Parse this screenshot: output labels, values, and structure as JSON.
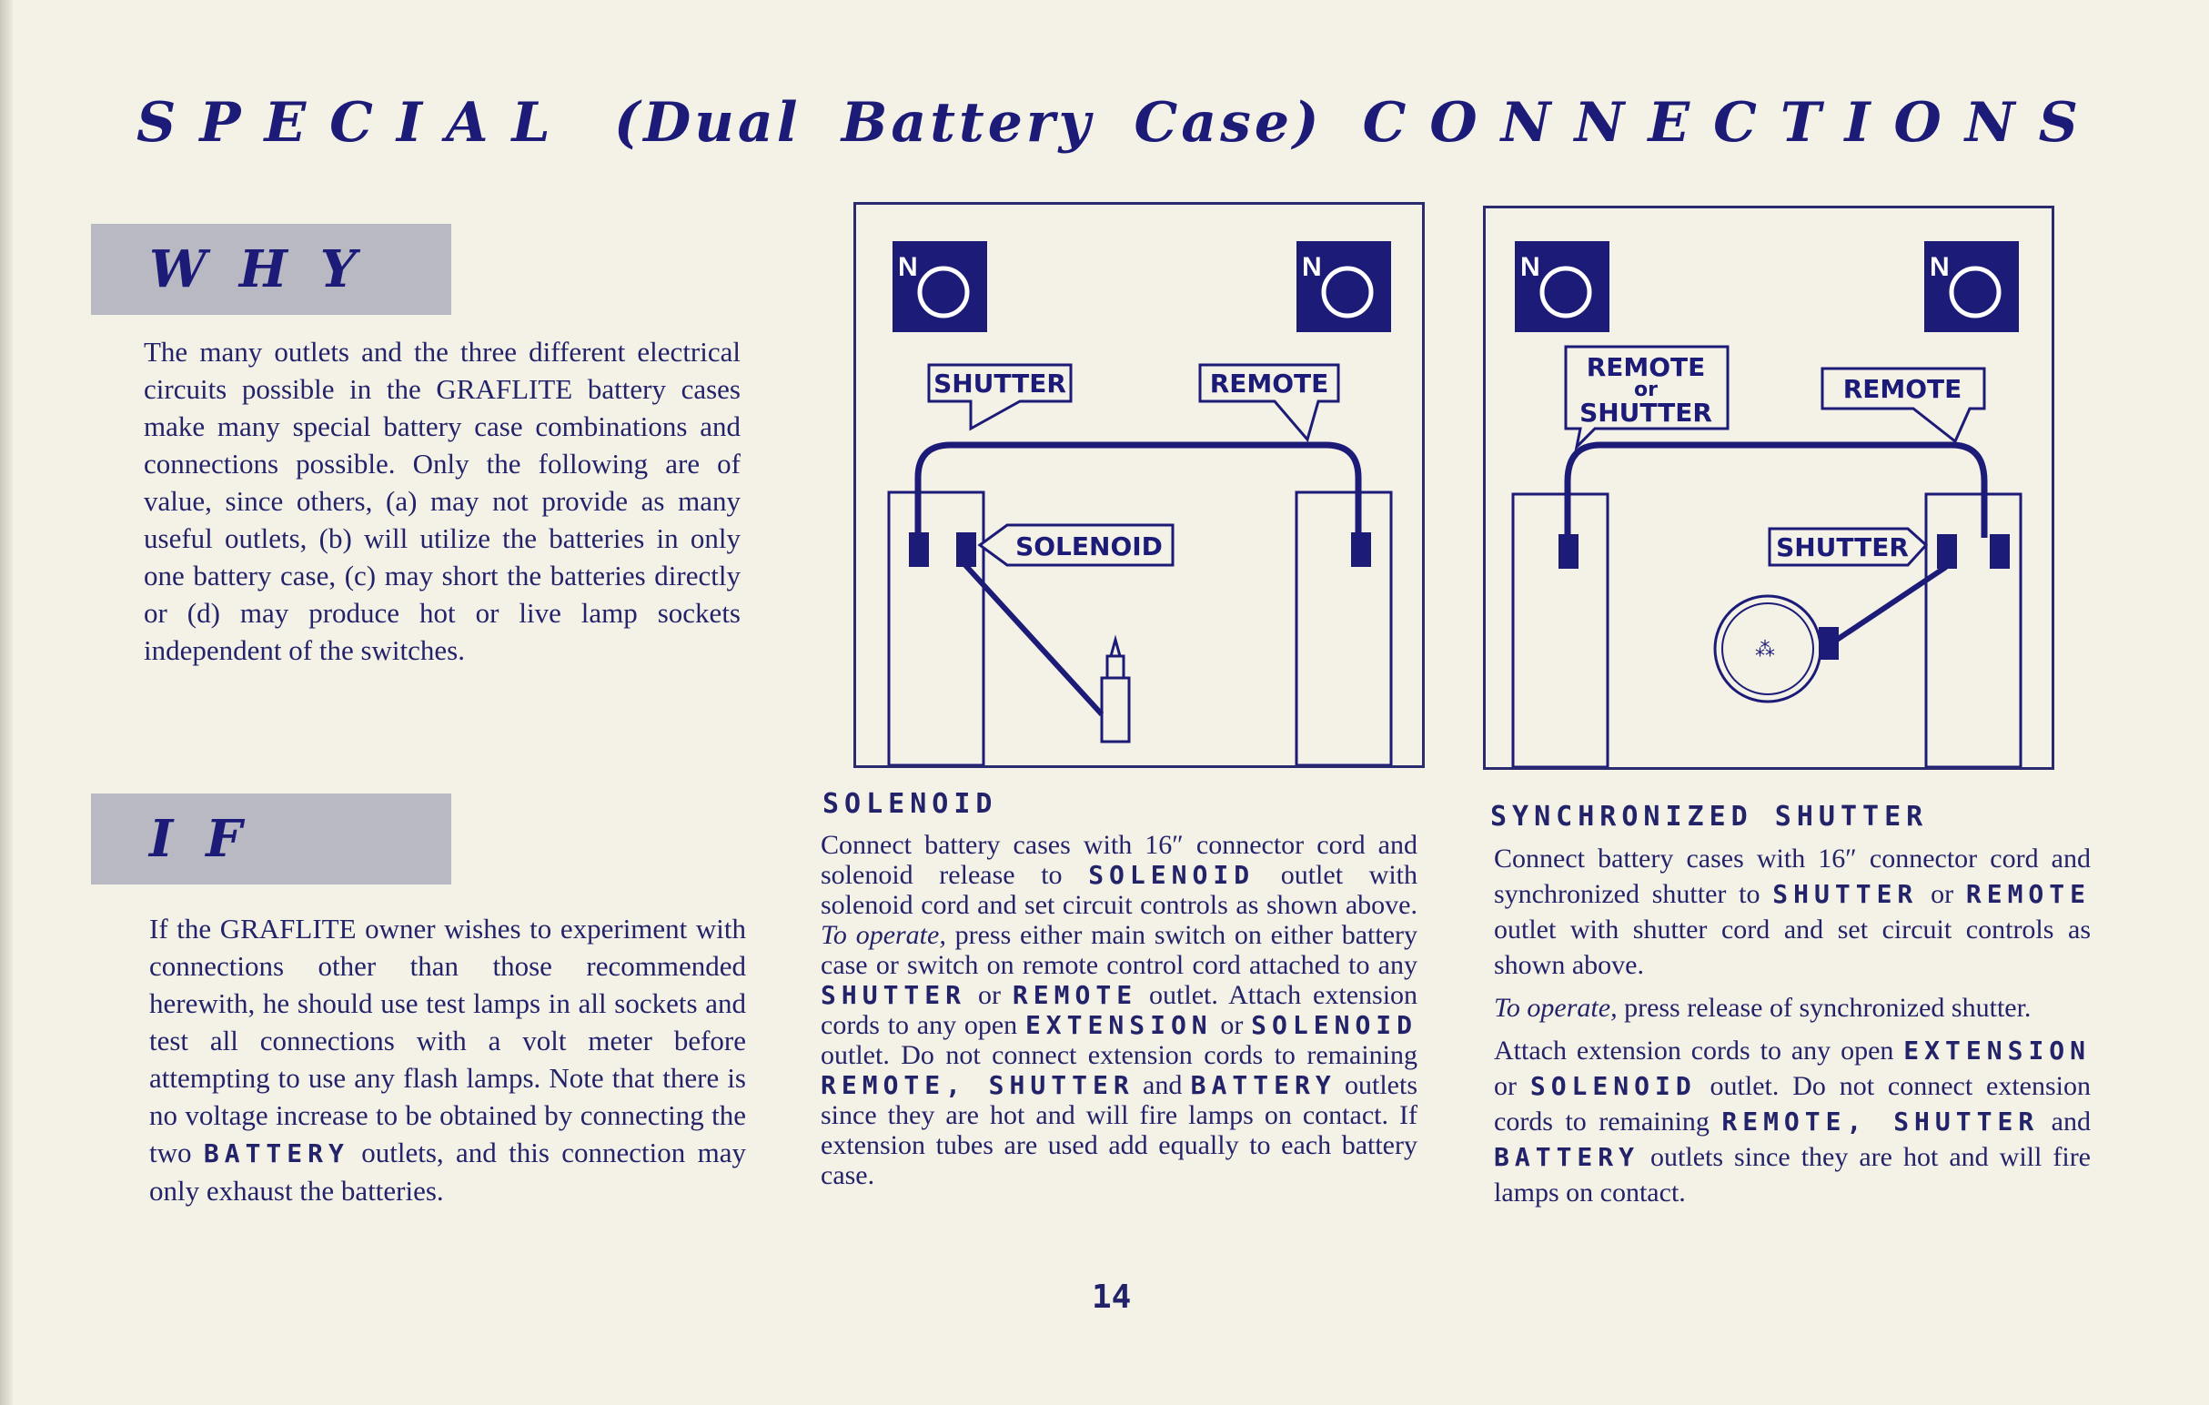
{
  "title": {
    "word1": "SPECIAL",
    "word2": "(Dual",
    "word3": "Battery",
    "word4": "Case)",
    "word5": "CONNECTIONS"
  },
  "why": {
    "heading": "WHY",
    "text": "The many outlets and the three different electrical circuits possible in the GRAFLITE battery cases make many special battery case combinations and connections possible. Only the following are of value, since others, (a) may not provide as many useful outlets, (b) will utilize the batteries in only one battery case, (c) may short the batteries directly or (d) may produce hot or live lamp sockets independent of the switches."
  },
  "if": {
    "heading": "IF",
    "text_before": "If the GRAFLITE owner wishes to experiment with connections other than those recommended herewith, he should use test lamps in all sockets and test all connections with a volt meter before attempting to use any flash lamps. Note that there is no voltage increase to be obtained by connecting the two ",
    "keyword": "BATTERY",
    "text_after": " outlets, and this connection may only exhaust the batteries."
  },
  "diagram_left": {
    "labels": [
      "SHUTTER",
      "REMOTE",
      "SOLENOID"
    ],
    "switch_letter": "N"
  },
  "diagram_right": {
    "labels": [
      "REMOTE",
      "or",
      "SHUTTER",
      "REMOTE",
      "SHUTTER"
    ],
    "switch_letter": "N"
  },
  "solenoid": {
    "heading": "SOLENOID",
    "p1": "Connect battery cases with 16″ connector cord and solenoid release to",
    "k1": "SOLENOID",
    "p2": "outlet with solenoid cord and set circuit controls as shown above.",
    "op": "To operate,",
    "p3": "press either main switch on either battery case or switch on remote control cord attached to any",
    "k2": "SHUTTER",
    "or1": "or",
    "k3": "REMOTE",
    "p4": "outlet. Attach extension cords to any open",
    "k4": "EXTENSION",
    "or2": "or",
    "k5": "SOLENOID",
    "p5": "outlet. Do not connect extension cords to remaining",
    "k6": "REMOTE, SHUTTER",
    "and1": "and",
    "k7": "BATTERY",
    "p6": "outlets since they are hot and will fire lamps on contact. If extension tubes are used add equally to each battery case."
  },
  "sync": {
    "heading": "SYNCHRONIZED SHUTTER",
    "p1": "Connect battery cases with 16″ connector cord and synchronized shutter to",
    "k1": "SHUTTER",
    "or1": "or",
    "k2": "REMOTE",
    "p2": "outlet with shutter cord and set circuit controls as shown above.",
    "op": "To operate,",
    "p3": "press release of synchronized shutter.",
    "p4": "Attach extension cords to any open",
    "k3": "EXTENSION",
    "or2": "or",
    "k4": "SOLENOID",
    "p5": "outlet. Do not connect extension cords to remaining",
    "k5": "REMOTE, SHUTTER",
    "and1": "and",
    "k6": "BATTERY",
    "p6": "outlets since they are hot and will fire lamps on contact."
  },
  "page_number": "14",
  "colors": {
    "ink": "#1c1c78",
    "paper": "#f4f1e6",
    "banner": "#b9b9c4"
  }
}
